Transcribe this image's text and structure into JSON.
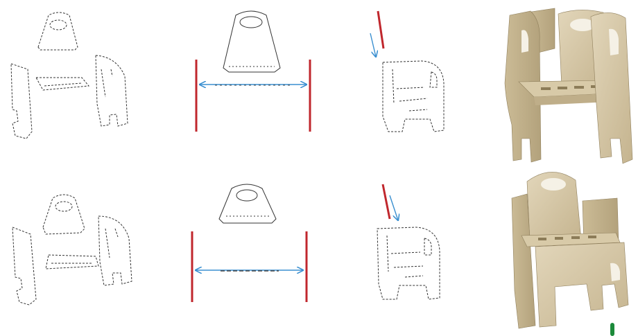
{
  "figure": {
    "rows": [
      {
        "id": "row-1",
        "panels": [
          "exploded-parts",
          "spacing-guides",
          "side-insertion",
          "assembled-render"
        ]
      },
      {
        "id": "row-2",
        "panels": [
          "exploded-parts",
          "spacing-guides",
          "side-insertion",
          "assembled-render"
        ]
      }
    ],
    "colors": {
      "outline": "#333333",
      "guide_line": "#c0272d",
      "arrow": "#3a8fd0",
      "wood_light": "#d9ccb0",
      "wood_mid": "#c8b894",
      "wood_dark": "#a89870",
      "marker": "#1c8a3a"
    }
  }
}
